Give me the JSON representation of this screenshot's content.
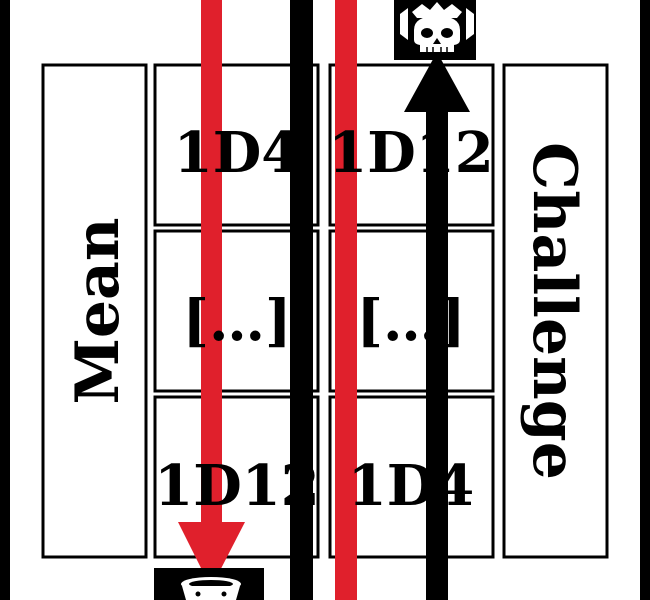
{
  "colors": {
    "background": "#ffffff",
    "frame": "#000000",
    "ink": "#000000",
    "accent_red": "#e0202c",
    "badge_fill": "#000000",
    "badge_glyph": "#ffffff"
  },
  "labels": {
    "left_side": "Mean",
    "right_side": "Challenge"
  },
  "grid": {
    "left_column": [
      "1D4",
      "[…]",
      "1D12"
    ],
    "right_column": [
      "1D12",
      "[…]",
      "1D4"
    ]
  },
  "icons": {
    "top": "crowned-skull-icon",
    "bottom": "bucket-icon"
  }
}
